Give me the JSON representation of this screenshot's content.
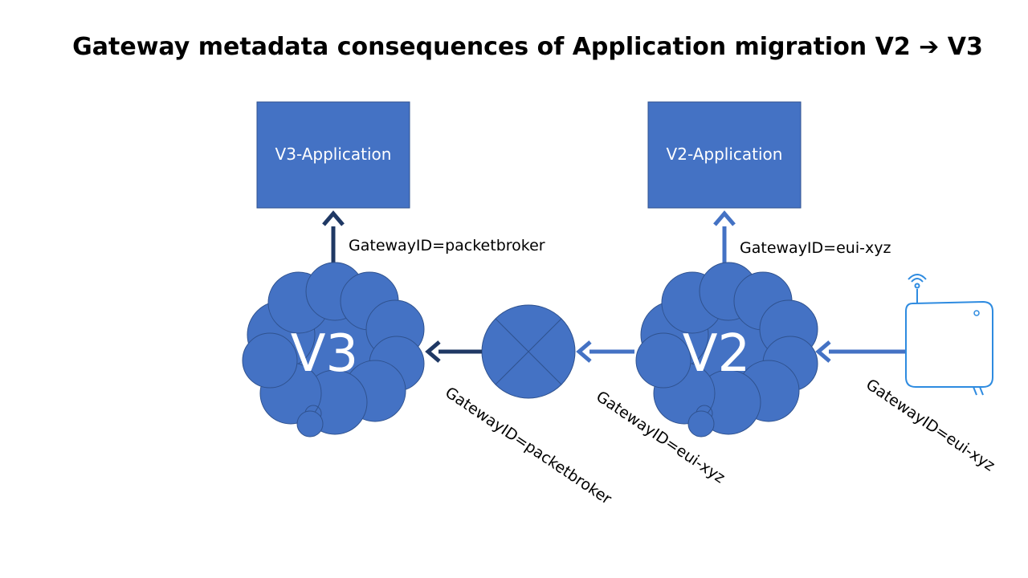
{
  "title": {
    "prefix": "Gateway metadata consequences of Application migration V2",
    "suffix": "V3"
  },
  "nodes": {
    "v3_application": {
      "label": "V3-Application"
    },
    "v2_application": {
      "label": "V2-Application"
    },
    "v3_cloud": {
      "label": "V3"
    },
    "v2_cloud": {
      "label": "V2"
    }
  },
  "edges": {
    "v3_to_app": {
      "label": "GatewayID=packetbroker"
    },
    "v2_to_app": {
      "label": "GatewayID=eui-xyz"
    },
    "broker_to_v3": {
      "label": "GatewayID=packetbroker"
    },
    "v2_to_broker": {
      "label": "GatewayID=eui-xyz"
    },
    "gateway_to_v2": {
      "label": "GatewayID=eui-xyz"
    }
  },
  "colors": {
    "node_fill": "#4472C4",
    "node_stroke": "#2F528F",
    "v2_arrow": "#4472C4",
    "v3_arrow": "#1F3864",
    "gateway_device": "#2E8BE0"
  },
  "icons": {
    "packet_broker": "crossed-circle-icon",
    "gateway_device": "lora-gateway-icon"
  }
}
